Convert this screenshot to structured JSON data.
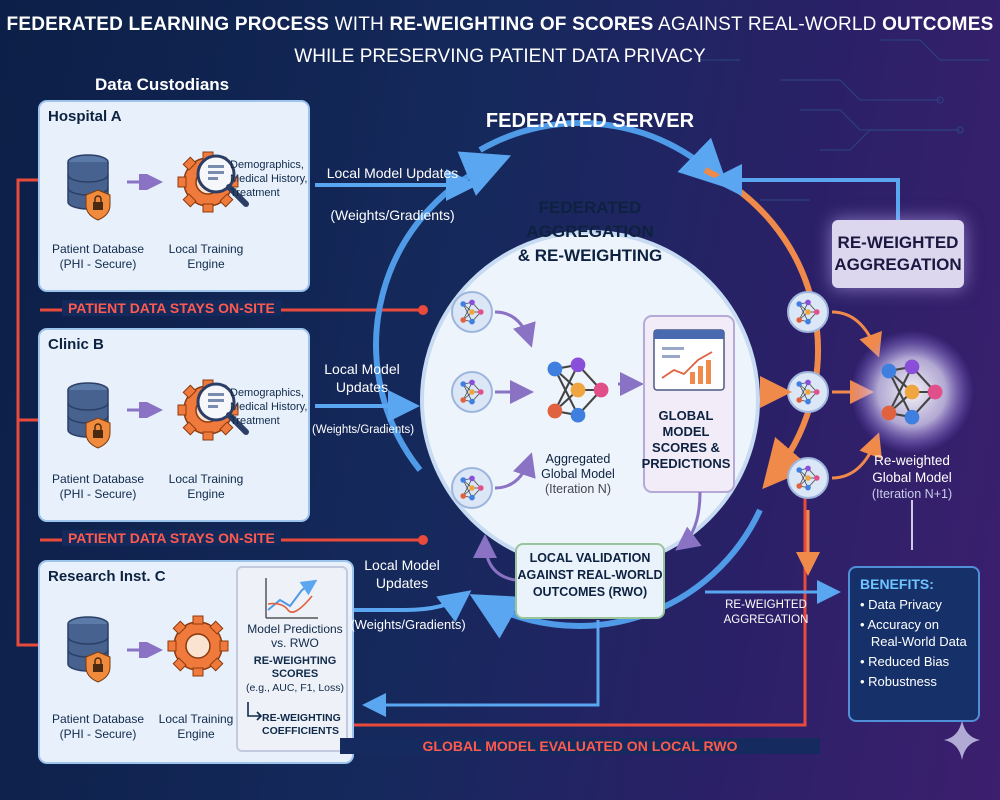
{
  "title": {
    "part1": "FEDERATED LEARNING PROCESS",
    "part2": " WITH ",
    "part3": "RE-WEIGHTING OF SCORES",
    "part4": " AGAINST REAL-WORLD ",
    "part5": "OUTCOMES",
    "line2": "WHILE PRESERVING PATIENT DATA PRIVACY"
  },
  "custodians": {
    "heading": "Data Custodians",
    "cards": [
      {
        "name": "Hospital A",
        "db_line1": "Patient Database",
        "db_line2": "(PHI - Secure)",
        "engine_line1": "Local Training",
        "engine_line2": "Engine",
        "features_line1": "Demographics,",
        "features_line2": "Medical History,",
        "features_line3": "Treatment"
      },
      {
        "name": "Clinic B",
        "db_line1": "Patient Database",
        "db_line2": "(PHI - Secure)",
        "engine_line1": "Local Training",
        "engine_line2": "Engine",
        "features_line1": "Demographics,",
        "features_line2": "Medical History,",
        "features_line3": "Treatment"
      },
      {
        "name": "Research Inst. C",
        "db_line1": "Patient Database",
        "db_line2": "(PHI - Secure)",
        "engine_line1": "Local Training",
        "engine_line2": "Engine",
        "pred_line1": "Model Predictions",
        "pred_line2": "vs. RWO",
        "scores_label": "RE-WEIGHTING SCORES",
        "metrics": "(e.g., AUC, F1, Loss)",
        "coef_line1": "RE-WEIGHTING",
        "coef_line2": "COEFFICIENTS"
      }
    ],
    "stays_on_site": "PATIENT DATA STAYS ON-SITE"
  },
  "updates": [
    {
      "line1": "Local Model Updates",
      "line2": "",
      "detail": "(Weights/Gradients)"
    },
    {
      "line1": "Local Model",
      "line2": "Updates",
      "detail": "(Weights/Gradients)"
    },
    {
      "line1": "Local Model",
      "line2": "Updates",
      "detail": "(Weights/Gradients)"
    }
  ],
  "server": {
    "title": "FEDERATED SERVER",
    "agg_line1": "FEDERATED",
    "agg_line2": "AGGREGATION",
    "agg_line3": "& RE-WEIGHTING",
    "model_line1": "Aggregated",
    "model_line2": "Global Model",
    "model_line3": "(Iteration N)",
    "scores_line1": "GLOBAL",
    "scores_line2": "MODEL",
    "scores_line3": "SCORES &",
    "scores_line4": "PREDICTIONS",
    "validation_line1": "LOCAL VALIDATION",
    "validation_line2": "AGAINST REAL-WORLD",
    "validation_line3": "OUTCOMES (RWO)"
  },
  "reweighted": {
    "box_line1": "RE-WEIGHTED",
    "box_line2": "AGGREGATION",
    "small_line1": "RE-WEIGHTED",
    "small_line2": "AGGREGATION",
    "model_line1": "Re-weighted",
    "model_line2": "Global Model",
    "model_line3": "(Iteration N+1)"
  },
  "benefits": {
    "title": "BENEFITS:",
    "items": [
      "• Data Privacy",
      "• Accuracy on",
      "   Real-World Data",
      "• Reduced Bias",
      "• Robustness"
    ]
  },
  "bottom_note": "GLOBAL MODEL EVALUATED ON LOCAL RWO",
  "colors": {
    "accent_blue": "#4f9be8",
    "accent_orange": "#f08a4b",
    "alert_red": "#ff5a4e",
    "node_purple": "#6b4fc8"
  }
}
